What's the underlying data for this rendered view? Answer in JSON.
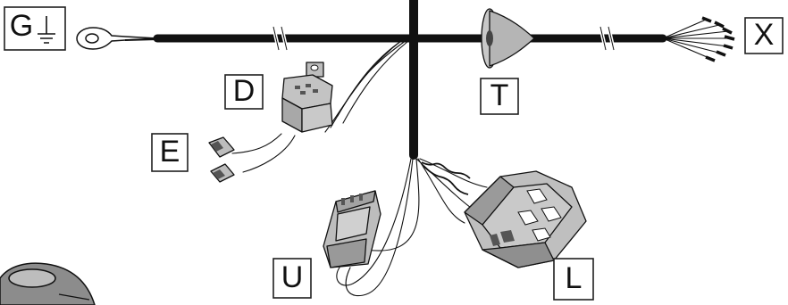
{
  "labels": {
    "ground": "G",
    "relay": "D",
    "plugs": "E",
    "grommet": "T",
    "open_ends": "X",
    "lamp_connector": "U",
    "vehicle_connector": "L"
  },
  "colors": {
    "cable": "#111111",
    "part_fill": "#bcbcbc",
    "part_dark": "#8d8d8d",
    "background": "#ffffff"
  }
}
